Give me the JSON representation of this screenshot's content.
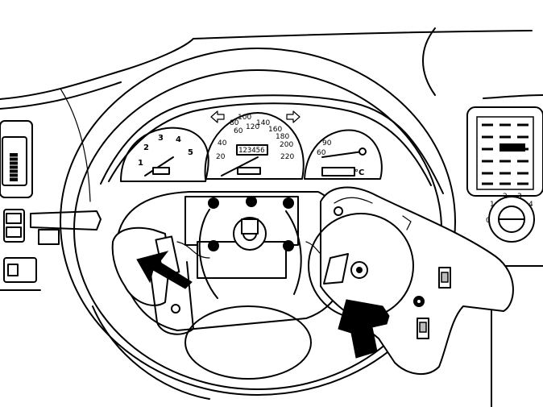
{
  "illustration": {
    "tachometer_numbers": [
      "1",
      "2",
      "3",
      "4",
      "5"
    ],
    "speedometer_numbers": [
      "20",
      "40",
      "60",
      "80",
      "100",
      "120",
      "140",
      "160",
      "180",
      "200",
      "220"
    ],
    "odometer_reading": "123456",
    "temp_gauge_labels": [
      "90",
      "60"
    ],
    "temp_unit": "°C",
    "vent_dial_numbers": [
      "0",
      "1",
      "2",
      "3",
      "4"
    ]
  }
}
